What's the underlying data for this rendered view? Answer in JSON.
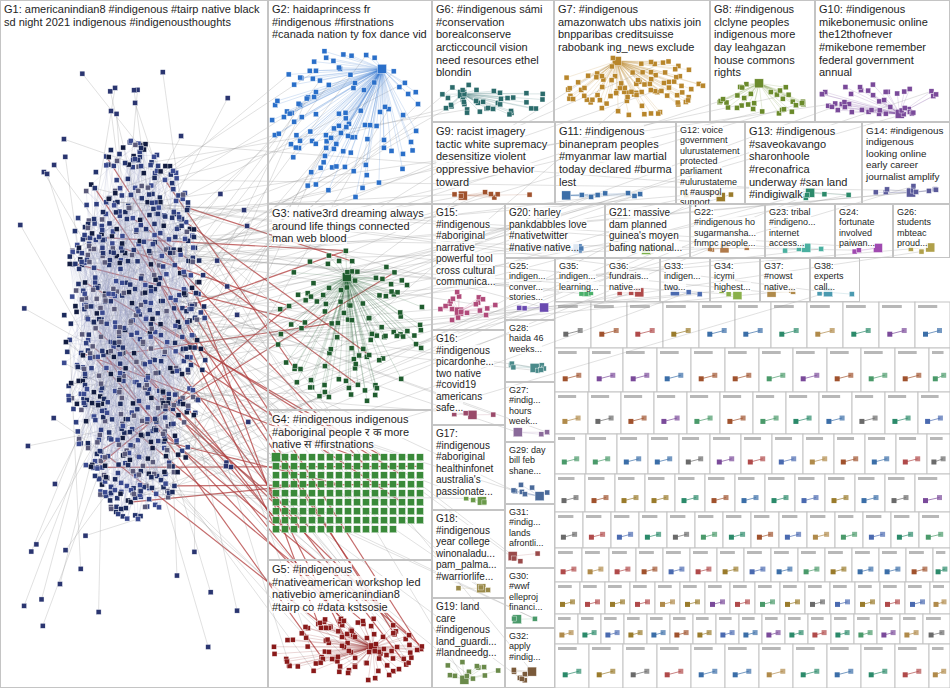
{
  "diagram": {
    "nodes": [
      {
        "text": [
          "G1: americanindian8 #indigenous #tairp native black sd night 2021 indigenous #indigenousthoughts"
        ]
      },
      {
        "text": [
          "G2: haidaprincess fr #indigenous #firstnations #canada nation ty fox dance vid"
        ]
      },
      {
        "text": [
          "G3: native3rd dreaming always around life things connected man web blood"
        ]
      },
      {
        "text": [
          "G4: #indigenous indigenous #aboriginal people र क more native स #firstnations"
        ]
      },
      {
        "text": [
          "G5: #indigenous #nativeamerican workshop led nativebio americanindian8 #tairp co #data kstsosie"
        ]
      },
      {
        "text": [
          "G6: #indigenous sámi #conservation borealconserve arcticcouncil vision need resources ethel blondin"
        ]
      },
      {
        "text": [
          "G7: #indigenous amazonwatch ubs natixis join bnpparibas creditsuisse rabobank ing_news exclude"
        ]
      },
      {
        "text": [
          "G8: #indigenous clclyne peoples indigenous more day leahgazan house commons rights"
        ]
      },
      {
        "text": [
          "G10: #indigenous mikebonemusic online the12thofnever #mikebone remember federal government annual"
        ]
      },
      {
        "text": [
          "G9: racist imagery tactic white supremacy desensitize violent oppressive behavior toward"
        ]
      },
      {
        "text": [
          "G11: #indigenous binanepram peoples #myanmar law martial today declared #burma lest"
        ]
      },
      {
        "text": [
          "G12: voice government ulurustatement protected parliament #ulurustatement #auspol support"
        ]
      },
      {
        "text": [
          "G13: #indigenous #saveokavango sharonhoole #reconafrica underway #san land #indigiwalk"
        ]
      },
      {
        "text": [
          "G14: #indigenous indigenous looking online early career journalist amplify"
        ]
      },
      {
        "text": [
          "G15: #indigenous #aboriginal narrative powerful tool cross cultural communica..."
        ]
      },
      {
        "text": [
          "G20: harley pankdabbles love #nativetwitter #native native..."
        ]
      },
      {
        "text": [
          "G21: massive dam planned guinea's moyen bafing national..."
        ]
      },
      {
        "text": [
          "G22: #indigenous ho sugarmansha... fnmpc people..."
        ]
      },
      {
        "text": [
          "G23: tribal #indigeno... internet access..."
        ]
      },
      {
        "text": [
          "G24: fortunate involved paiwan..."
        ]
      },
      {
        "text": [
          "G26: students mbteac proud..."
        ]
      },
      {
        "text": [
          "G25: indigen... conver... stories..."
        ]
      },
      {
        "text": [
          "G35: indigen... learning..."
        ]
      },
      {
        "text": [
          "G36: fundrais... native..."
        ]
      },
      {
        "text": [
          "G33: indigen... two..."
        ]
      },
      {
        "text": [
          "G34: icymi highest..."
        ]
      },
      {
        "text": [
          "G37: #nowst native..."
        ]
      },
      {
        "text": [
          "G38: experts call..."
        ]
      },
      {
        "text": [
          "G16: #indigenous picardonhe... two native #covid19 americans safe..."
        ]
      },
      {
        "text": [
          "G28: haida 46 weeks..."
        ]
      },
      {
        "text": [
          "G17: #indigenous #aboriginal healthinfonet australia's passionate..."
        ]
      },
      {
        "text": [
          "G27: #indig... hours week..."
        ]
      },
      {
        "text": [
          "G18: #indigenous year college winonaladu... pam_palma... #warriorlife..."
        ]
      },
      {
        "text": [
          "G29: day bill feb shane..."
        ]
      },
      {
        "text": [
          "G19: land care #indigenous land_guardi... #landneedg..."
        ]
      },
      {
        "text": [
          "G31: #indig... lands afrontli..."
        ]
      },
      {
        "text": [
          "G30: #wwf elleproj financi..."
        ]
      },
      {
        "text": [
          "G32: apply #indig..."
        ]
      }
    ]
  }
}
